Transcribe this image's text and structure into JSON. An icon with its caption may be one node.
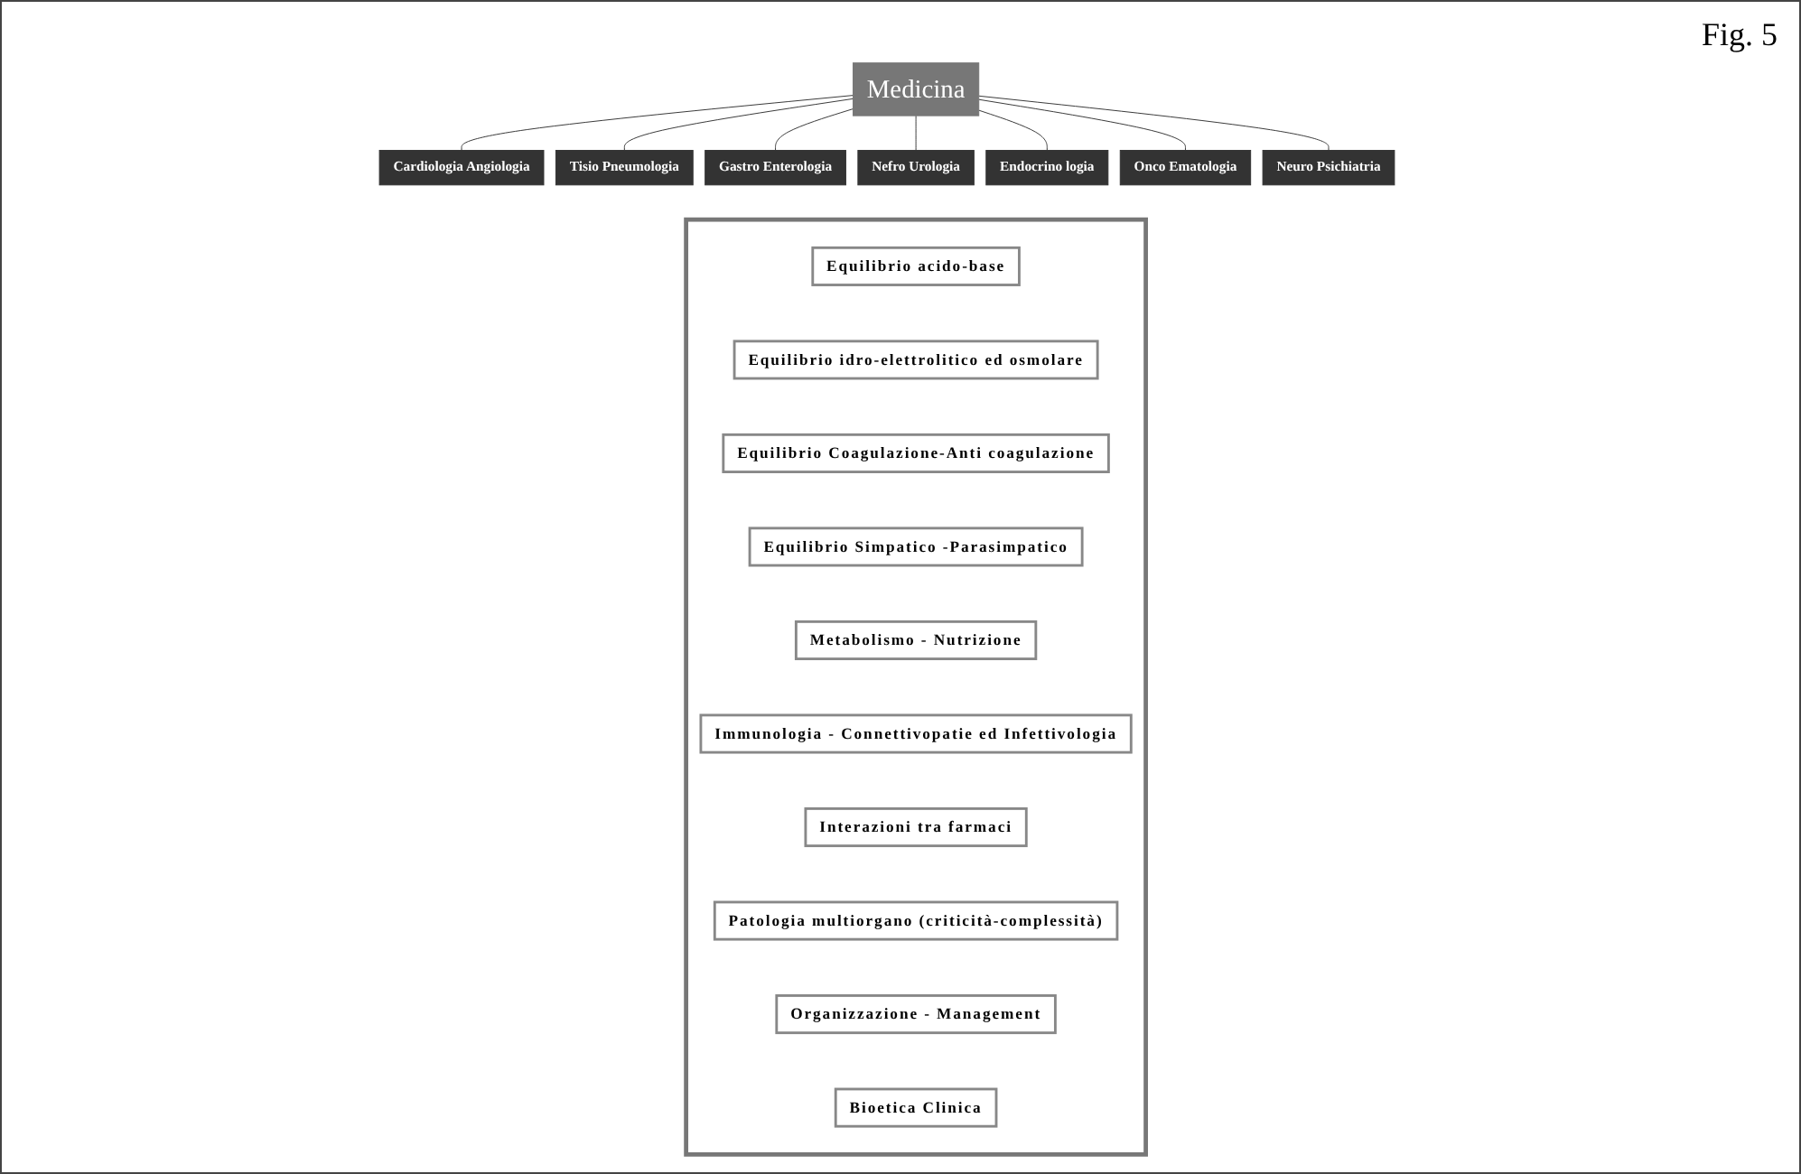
{
  "diagram": {
    "nodes": [
      {
        "text": [
          "Medicina"
        ]
      },
      {
        "text": [
          "Cardiologia Angiologia"
        ]
      },
      {
        "text": [
          "Tisio Pneumologia"
        ]
      },
      {
        "text": [
          "Gastro Enterologia"
        ]
      },
      {
        "text": [
          "Nefro Urologia"
        ]
      },
      {
        "text": [
          "Endocrino logia"
        ]
      },
      {
        "text": [
          "Onco Ematologia"
        ]
      },
      {
        "text": [
          "Neuro Psichiatria"
        ]
      },
      {
        "text": [],
        "shape": "box"
      },
      {
        "text": [
          "Equilibrio acido-base"
        ],
        "in": 8
      },
      {
        "text": [
          "Equilibrio idro-elettrolitico ed osmolare"
        ],
        "in": 8
      },
      {
        "text": [
          "Equilibrio Coagulazione-Anti coagulazione"
        ],
        "in": 8
      },
      {
        "text": [
          "Equilibrio Simpatico -Parasimpatico"
        ],
        "in": 8
      },
      {
        "text": [
          "Metabolismo - Nutrizione"
        ],
        "in": 8
      },
      {
        "text": [
          "Immunologia - Connettivopatie ed Infettivologia"
        ],
        "in": 8
      },
      {
        "text": [
          "Interazioni tra farmaci"
        ],
        "in": 8
      },
      {
        "text": [
          "Patologia multiorgano (criticità-complessità)"
        ],
        "in": 8
      },
      {
        "text": [
          "Organizzazione - Management"
        ],
        "in": 8
      },
      {
        "text": [
          "Bioetica Clinica"
        ],
        "in": 8
      }
    ],
    "edges": [
      {
        "from": 0,
        "to": 1,
        "arrow": "none"
      },
      {
        "from": 0,
        "to": 2,
        "arrow": "none"
      },
      {
        "from": 0,
        "to": 3,
        "arrow": "none"
      },
      {
        "from": 0,
        "to": 4,
        "arrow": "none"
      },
      {
        "from": 0,
        "to": 5,
        "arrow": "none"
      },
      {
        "from": 0,
        "to": 6,
        "arrow": "none"
      },
      {
        "from": 0,
        "to": 7,
        "arrow": "none"
      }
    ],
    "labels": [
      "Fig. 5"
    ]
  }
}
